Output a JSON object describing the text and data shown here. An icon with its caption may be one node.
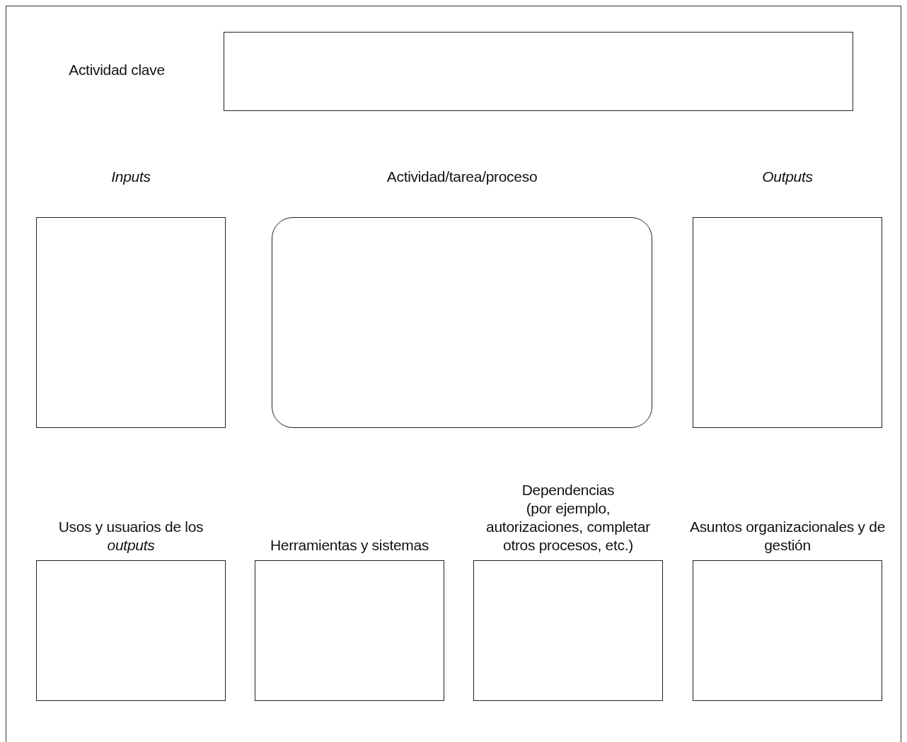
{
  "diagram": {
    "nodes": [
      {
        "text": [
          "Actividad clave"
        ]
      },
      {
        "text": [
          "Inputs"
        ]
      },
      {
        "text": [
          "Actividad/tarea/proceso"
        ]
      },
      {
        "text": [
          "Outputs"
        ]
      },
      {
        "text": [
          "Usos y usuarios de los *outputs*"
        ]
      },
      {
        "text": [
          "Herramientas y sistemas"
        ]
      },
      {
        "text": [
          "Dependencias",
          "(por ejemplo, autorizaciones, completar otros procesos, etc.)"
        ]
      },
      {
        "text": [
          "Asuntos organizacionales y de gestión"
        ]
      }
    ],
    "edges": []
  }
}
